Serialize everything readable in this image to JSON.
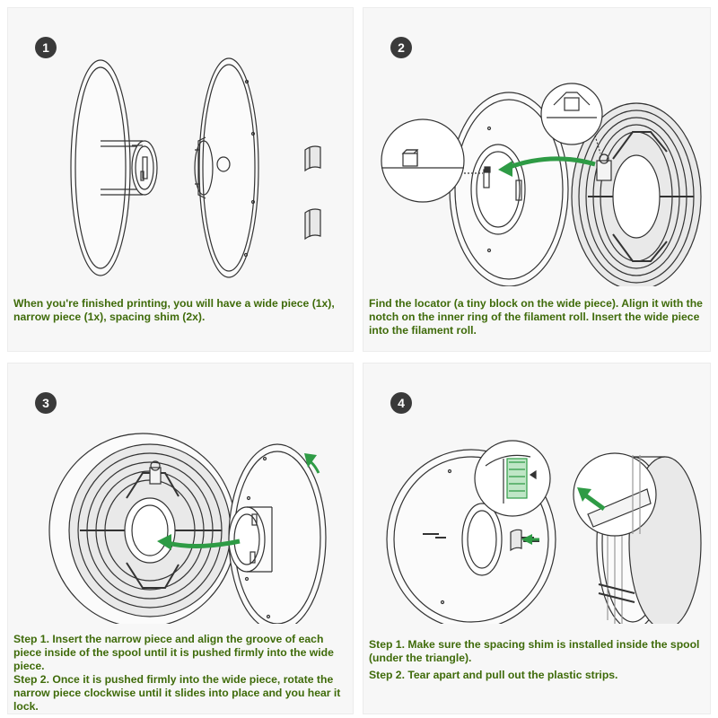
{
  "steps": [
    {
      "number": "1",
      "caption": "When you're finished printing, you will have a wide piece (1x), narrow piece (1x), spacing shim (2x)."
    },
    {
      "number": "2",
      "caption": "Find the locator (a tiny block on the wide piece). Align it with the notch on the inner ring of the filament roll. Insert the wide piece into the filament roll."
    },
    {
      "number": "3",
      "caption_lines": [
        "Step 1. Insert the narrow piece and align the groove of each piece inside of the spool until it is pushed firmly into the wide piece.",
        "Step 2. Once it is pushed firmly into the wide piece, rotate the narrow piece clockwise until it slides into place and you hear it lock."
      ]
    },
    {
      "number": "4",
      "caption_lines": [
        "Step 1. Make sure the spacing shim is installed inside the spool (under the triangle).",
        "Step 2. Tear apart and pull out the plastic strips."
      ]
    }
  ],
  "colors": {
    "caption": "#3f6b0a",
    "arrow": "#2e9b45",
    "line_art": "#333333",
    "badge": "#3a3a3a",
    "panel_bg": "#f7f7f7"
  },
  "icons": [
    "spool-flange-icon",
    "spool-hub-icon",
    "spacing-shim-icon",
    "filament-roll-icon",
    "green-arrow-icon",
    "magnifier-callout-icon"
  ]
}
